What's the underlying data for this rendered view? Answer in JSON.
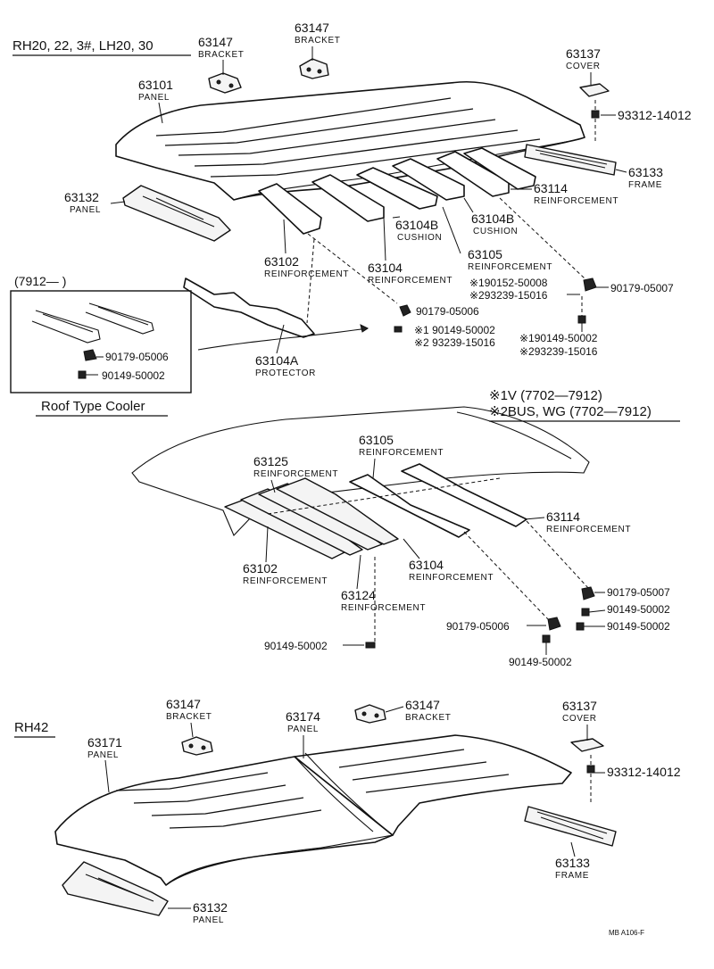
{
  "variants": {
    "top": "RH20, 22, 3#, LH20, 30",
    "middle_1": "※1V  (7702—7912)",
    "middle_2": "※2BUS, WG  (7702—7912)",
    "bottom": "RH42"
  },
  "inset": {
    "range": "(7912—          )",
    "caption": "Roof Type Cooler",
    "parts": [
      {
        "number": "90179-05006"
      },
      {
        "number": "90149-50002"
      }
    ]
  },
  "top_parts": {
    "bracket_left": {
      "number": "63147",
      "name": "BRACKET"
    },
    "bracket_right": {
      "number": "63147",
      "name": "BRACKET"
    },
    "cover": {
      "number": "63137",
      "name": "COVER"
    },
    "screw": {
      "number": "93312-14012"
    },
    "panel_main": {
      "number": "63101",
      "name": "PANEL"
    },
    "frame": {
      "number": "63133",
      "name": "FRAME"
    },
    "panel_side": {
      "number": "63132",
      "name": "PANEL"
    },
    "reinf_114": {
      "number": "63114",
      "name": "REINFORCEMENT"
    },
    "cushion_a": {
      "number": "63104B",
      "name": "CUSHION"
    },
    "cushion_b": {
      "number": "63104B",
      "name": "CUSHION"
    },
    "reinf_102": {
      "number": "63102",
      "name": "REINFORCEMENT"
    },
    "reinf_104": {
      "number": "63104",
      "name": "REINFORCEMENT"
    },
    "reinf_105": {
      "number": "63105",
      "name": "REINFORCEMENT"
    },
    "protector": {
      "number": "63104A",
      "name": "PROTECTOR"
    },
    "fastener_1": "90179-05007",
    "fastener_2": "※190152-50008",
    "fastener_3": "※293239-15016",
    "fastener_4": "90179-05006",
    "fastener_5": "※1 90149-50002",
    "fastener_6": "※2 93239-15016",
    "fastener_7": "※190149-50002",
    "fastener_8": "※293239-15016"
  },
  "middle_parts": {
    "reinf_105": {
      "number": "63105",
      "name": "REINFORCEMENT"
    },
    "reinf_125": {
      "number": "63125",
      "name": "REINFORCEMENT"
    },
    "reinf_114": {
      "number": "63114",
      "name": "REINFORCEMENT"
    },
    "reinf_102": {
      "number": "63102",
      "name": "REINFORCEMENT"
    },
    "reinf_104": {
      "number": "63104",
      "name": "REINFORCEMENT"
    },
    "reinf_124": {
      "number": "63124",
      "name": "REINFORCEMENT"
    },
    "fastener_1": "90179-05007",
    "fastener_2": "90149-50002",
    "fastener_3": "90149-50002",
    "fastener_4": "90179-05006",
    "fastener_5": "90149-50002",
    "fastener_6": "90149-50002"
  },
  "bottom_parts": {
    "bracket_left": {
      "number": "63147",
      "name": "BRACKET"
    },
    "bracket_right": {
      "number": "63147",
      "name": "BRACKET"
    },
    "panel_174": {
      "number": "63174",
      "name": "PANEL"
    },
    "panel_171": {
      "number": "63171",
      "name": "PANEL"
    },
    "cover": {
      "number": "63137",
      "name": "COVER"
    },
    "screw": {
      "number": "93312-14012"
    },
    "frame": {
      "number": "63133",
      "name": "FRAME"
    },
    "panel_side": {
      "number": "63132",
      "name": "PANEL"
    }
  },
  "footer": {
    "code": "MB  A106-F"
  }
}
